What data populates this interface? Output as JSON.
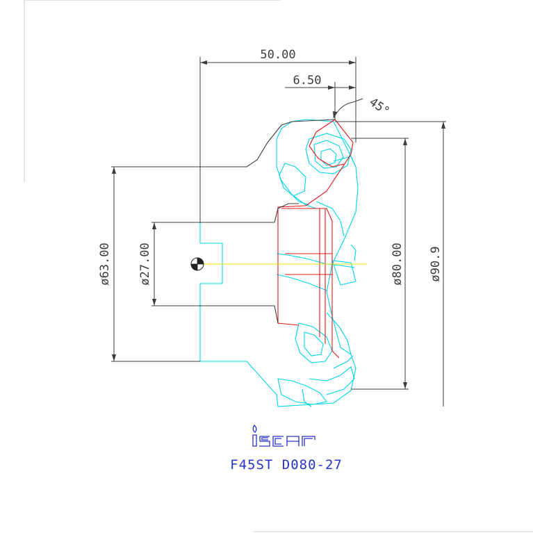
{
  "dimensions": {
    "length": "50.00",
    "flat": "6.50",
    "angle": "45°",
    "bore": "ø27.00",
    "hub": "ø63.00",
    "cut_dia": "ø80.00",
    "outer_dia": "ø90.9"
  },
  "brand": {
    "logo": "iscar",
    "model": "F45ST D080-27"
  },
  "colors": {
    "dimension": "#3c3c3c",
    "tool_outline": "#00d4e8",
    "cut_profile": "#e01818",
    "centerline": "#e8e800",
    "brand": "#2a33c8"
  }
}
